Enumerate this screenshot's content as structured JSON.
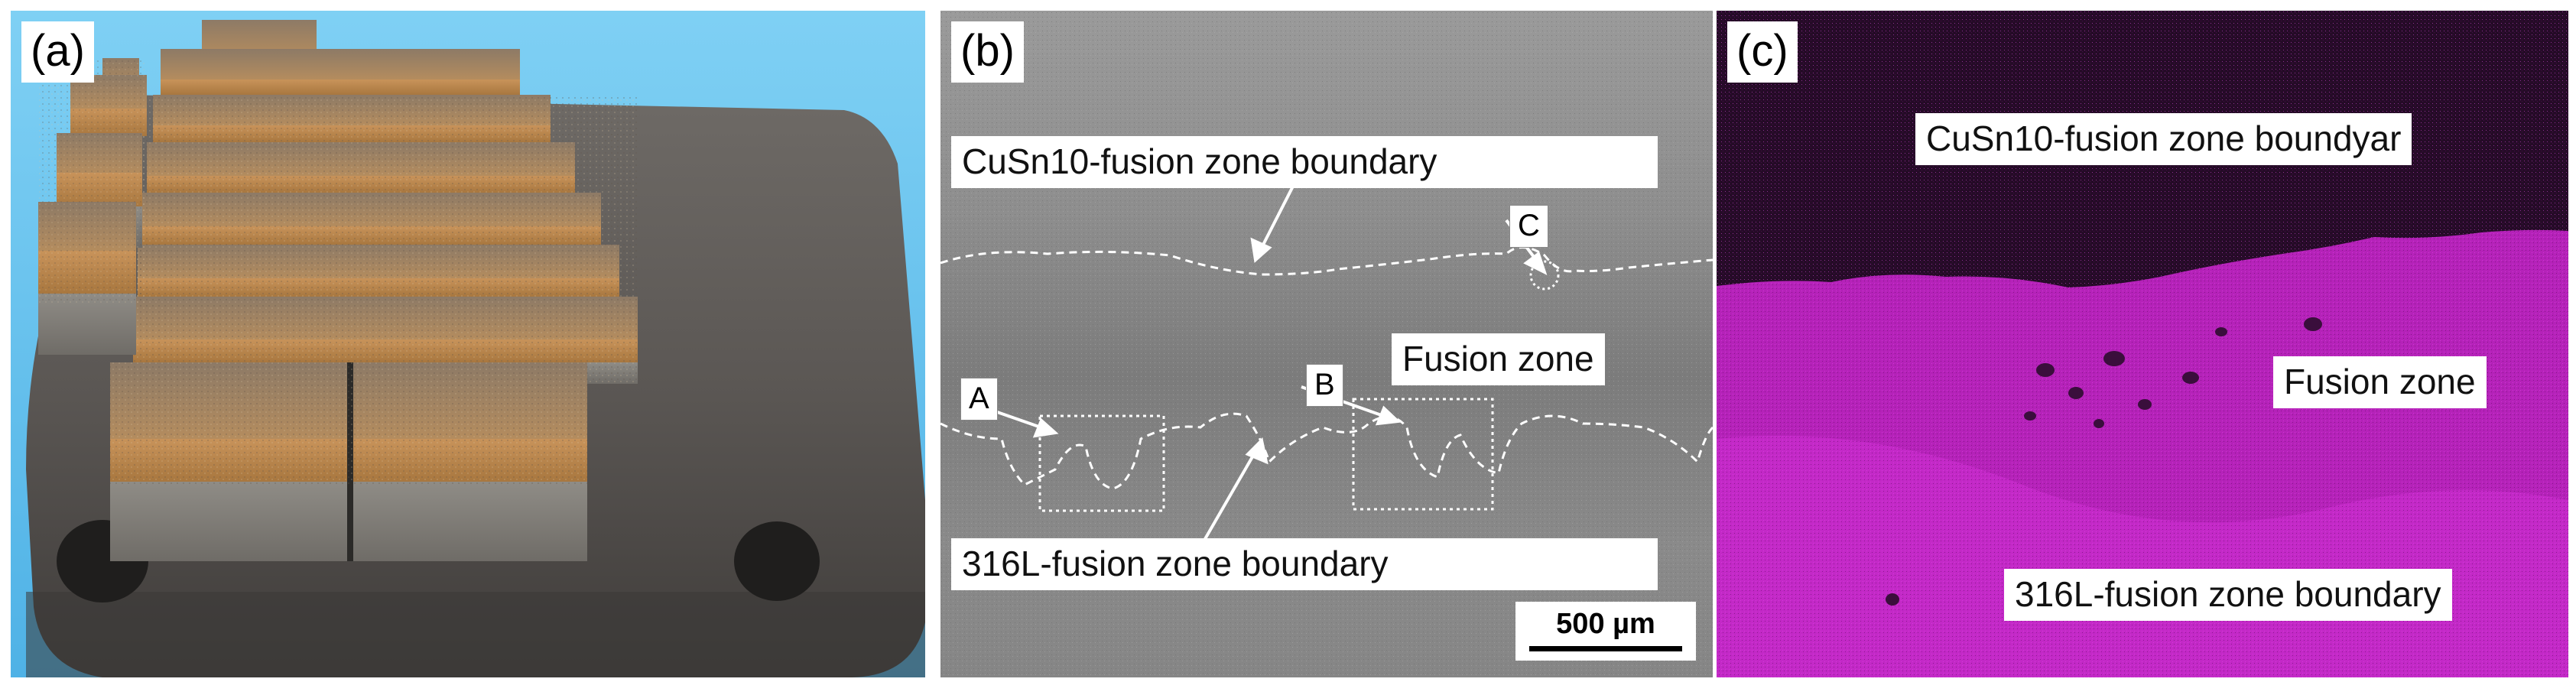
{
  "panels": {
    "a": {
      "letter": "(a)"
    },
    "b": {
      "letter": "(b)",
      "top_boundary_label": "CuSn10-fusion zone boundary",
      "fusion_zone_label": "Fusion zone",
      "bottom_boundary_label": "316L-fusion zone boundary",
      "marker_a": "A",
      "marker_b": "B",
      "marker_c": "C",
      "scale_bar": "500 µm"
    },
    "c": {
      "letter": "(c)",
      "top_boundary_label": "CuSn10-fusion zone boundyar",
      "fusion_zone_label": "Fusion zone",
      "bottom_boundary_label": "316L-fusion zone boundary"
    }
  },
  "colors": {
    "photo_background": "#6cc3ef",
    "sem_gray": "#8c8c8c",
    "eds_dark": "#2a0a2c",
    "eds_magenta": "#c022c4"
  }
}
